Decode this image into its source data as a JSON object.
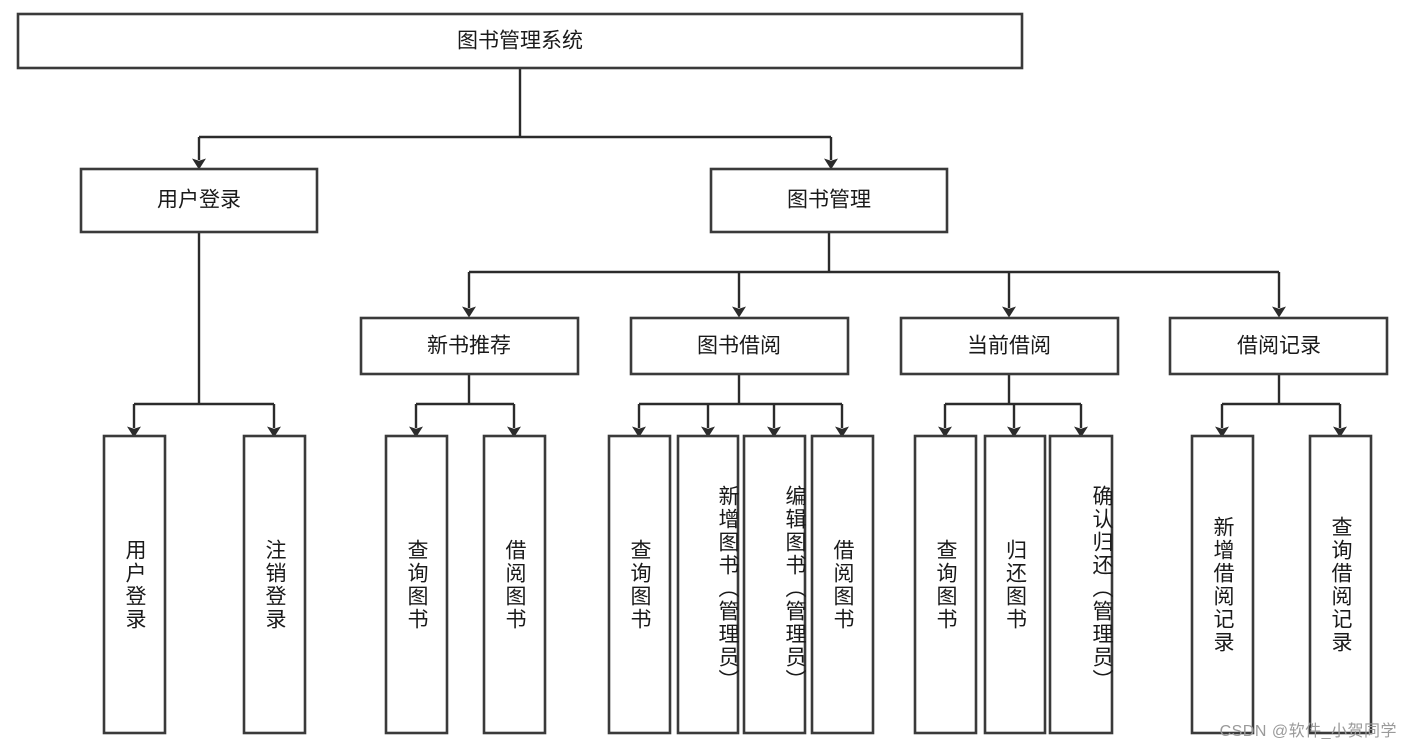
{
  "diagram": {
    "title": "图书管理系统",
    "type": "hierarchical-tree",
    "orientation": "top-down",
    "colors": {
      "box_stroke": "#3a3a3a",
      "box_fill": "#ffffff",
      "connector": "#2b2b2b",
      "text": "#1a1a1a",
      "watermark": "#9a9a9a"
    },
    "root": {
      "label": "图书管理系统"
    },
    "level2": [
      {
        "label": "用户登录"
      },
      {
        "label": "图书管理"
      }
    ],
    "level3": [
      {
        "label": "新书推荐"
      },
      {
        "label": "图书借阅"
      },
      {
        "label": "当前借阅"
      },
      {
        "label": "借阅记录"
      }
    ],
    "leaves": {
      "user_login": [
        {
          "label": "用户登录"
        },
        {
          "label": "注销登录"
        }
      ],
      "new_book_recommend": [
        {
          "label": "查询图书"
        },
        {
          "label": "借阅图书"
        }
      ],
      "book_borrow": [
        {
          "label": "查询图书"
        },
        {
          "label": "新增图书（管理员）"
        },
        {
          "label": "编辑图书（管理员）"
        },
        {
          "label": "借阅图书"
        }
      ],
      "current_borrow": [
        {
          "label": "查询图书"
        },
        {
          "label": "归还图书"
        },
        {
          "label": "确认归还（管理员）"
        }
      ],
      "borrow_record": [
        {
          "label": "新增借阅记录"
        },
        {
          "label": "查询借阅记录"
        }
      ]
    }
  },
  "watermark": {
    "text": "CSDN @软件_小贺同学"
  }
}
